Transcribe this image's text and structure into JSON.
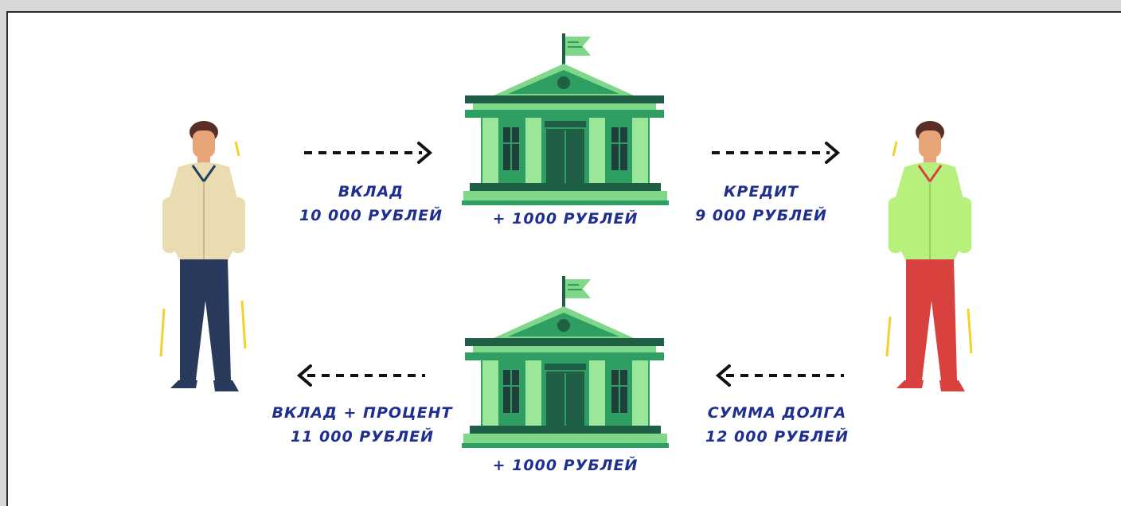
{
  "colors": {
    "label_text": "#1f2f8f",
    "bank_green": "#2e9e63",
    "bank_light": "#7fd889",
    "bank_dark": "#1f5f46",
    "depositor_shirt": "#e9dcb0",
    "depositor_pants": "#2a3a5c",
    "borrower_shirt": "#b8f07e",
    "borrower_pants": "#d9413e",
    "arrow": "#111111"
  },
  "icons": {
    "depositor": "man-standing-icon",
    "borrower": "man-standing-icon",
    "bank": "bank-building-icon",
    "flow_right": "dashed-arrow-right-icon",
    "flow_left": "dashed-arrow-left-icon"
  },
  "flows": {
    "deposit": {
      "title": "ВКЛАД",
      "amount": "10 000 РУБЛЕЙ"
    },
    "loan": {
      "title": "КРЕДИТ",
      "amount": "9 000 РУБЛЕЙ"
    },
    "repayment": {
      "title": "ВКЛАД + ПРОЦЕНТ",
      "amount": "11 000 РУБЛЕЙ"
    },
    "debt": {
      "title": "СУММА ДОЛГА",
      "amount": "12 000 РУБЛЕЙ"
    }
  },
  "banks": {
    "top": {
      "profit": "+ 1000 РУБЛЕЙ"
    },
    "bottom": {
      "profit": "+ 1000 РУБЛЕЙ"
    }
  }
}
